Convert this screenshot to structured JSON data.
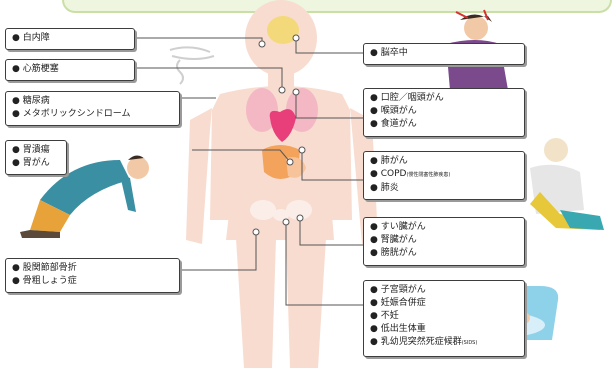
{
  "colors": {
    "body": "#f8dcd0",
    "organ_pink": "#e83e7a",
    "organ_orange": "#f3a35c",
    "brain": "#f3d97a",
    "line": "#555555",
    "card_border": "#3d3d3d"
  },
  "cards": {
    "cataract": [
      "● 白内障"
    ],
    "myocardial": [
      "● 心筋梗塞"
    ],
    "diabetes": [
      "● 糖尿病",
      "● メタボリックシンドローム"
    ],
    "stomach": [
      "● 胃潰瘍",
      "● 胃がん"
    ],
    "femur": [
      "● 股関節部骨折",
      "● 骨粗しょう症"
    ],
    "stroke": [
      "● 脳卒中"
    ],
    "throat": [
      "● 口腔／咽頭がん",
      "● 喉頭がん",
      "● 食道がん"
    ],
    "lung": {
      "items": [
        "● 肺がん",
        "● COPD",
        "● 肺炎"
      ],
      "copd_note": "(慢性閉塞性肺疾患)"
    },
    "pancreas": [
      "● すい臓がん",
      "● 腎臓がん",
      "● 膀胱がん"
    ],
    "repro": {
      "items": [
        "● 子宮頸がん",
        "● 妊娠合併症",
        "● 不妊",
        "● 低出生体重",
        "● 乳幼児突然死症候群"
      ],
      "sids_note": "(SIDS)"
    }
  }
}
